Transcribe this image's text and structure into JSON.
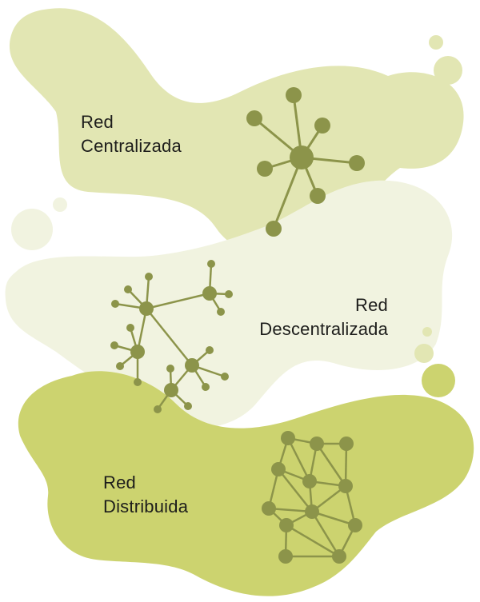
{
  "colors": {
    "blob_centralized": "#e2e6b3",
    "blob_decentralized": "#f1f3e0",
    "blob_distributed": "#ccd36f",
    "node": "#8c944a",
    "bubble_light": "#e2e6b3",
    "bubble_lighter": "#f1f3e0",
    "bubble_medium": "#ccd36f"
  },
  "networks": {
    "centralized": {
      "line1": "Red",
      "line2": "Centralizada"
    },
    "decentralized": {
      "line1": "Red",
      "line2": "Descentralizada"
    },
    "distributed": {
      "line1": "Red",
      "line2": "Distribuida"
    }
  }
}
